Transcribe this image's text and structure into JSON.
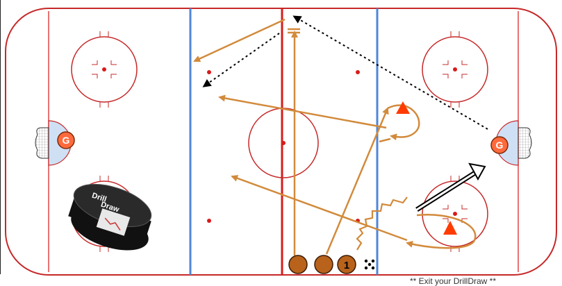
{
  "colors": {
    "boards": "#c62828",
    "red_line": "#d81b1b",
    "blue_line": "#4f86d8",
    "crease": "#cfe0f5",
    "drill_path": "#d28a3b",
    "player_fill": "#b8621b",
    "goalie_fill": "#ff6a3d",
    "cone": "#ff3b00"
  },
  "goalies": [
    {
      "label": "G",
      "side": "left"
    },
    {
      "label": "G",
      "side": "right"
    }
  ],
  "players": [
    {
      "label": ""
    },
    {
      "label": ""
    },
    {
      "label": "1"
    }
  ],
  "puck_stack_icon": "puck-stack-icon",
  "logo": {
    "text": "Drill Draw"
  },
  "watermark": "** Exit your DrillDraw **"
}
